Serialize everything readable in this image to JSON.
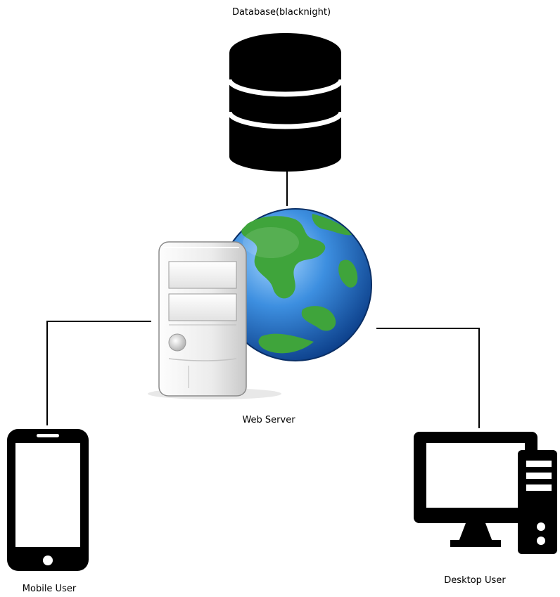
{
  "diagram": {
    "nodes": {
      "database": {
        "label": "Database(blacknight)",
        "icon": "database-icon"
      },
      "web_server": {
        "label": "Web Server",
        "icon": "web-server-globe-icon"
      },
      "mobile_user": {
        "label": "Mobile User",
        "icon": "smartphone-icon"
      },
      "desktop_user": {
        "label": "Desktop User",
        "icon": "desktop-computer-icon"
      }
    },
    "edges": [
      {
        "from": "database",
        "to": "web_server"
      },
      {
        "from": "web_server",
        "to": "mobile_user"
      },
      {
        "from": "web_server",
        "to": "desktop_user"
      }
    ]
  },
  "colors": {
    "line": "#000000",
    "icon_fill": "#000000",
    "globe_ocean": "#2a7fd4",
    "globe_land": "#3fa43b",
    "server_body": "#e8e8e8"
  }
}
